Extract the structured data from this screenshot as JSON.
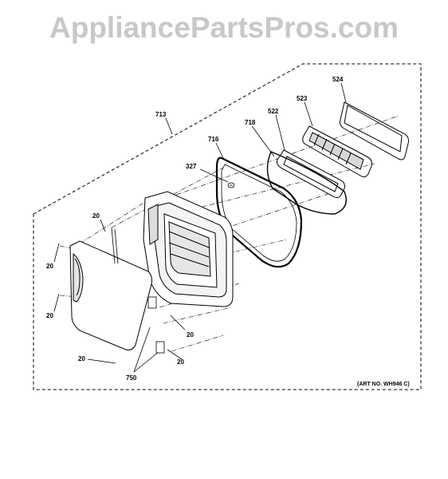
{
  "watermark": "AppliancePartsPros.com",
  "art_number": "(ART NO. WH946 C)",
  "callouts": {
    "c713": "713",
    "c716": "716",
    "c718": "718",
    "c327": "327",
    "c522": "522",
    "c523": "523",
    "c524": "524",
    "c20a": "20",
    "c20b": "20",
    "c20c": "20",
    "c20d": "20",
    "c20e": "20",
    "c20f": "20",
    "c750": "750"
  }
}
